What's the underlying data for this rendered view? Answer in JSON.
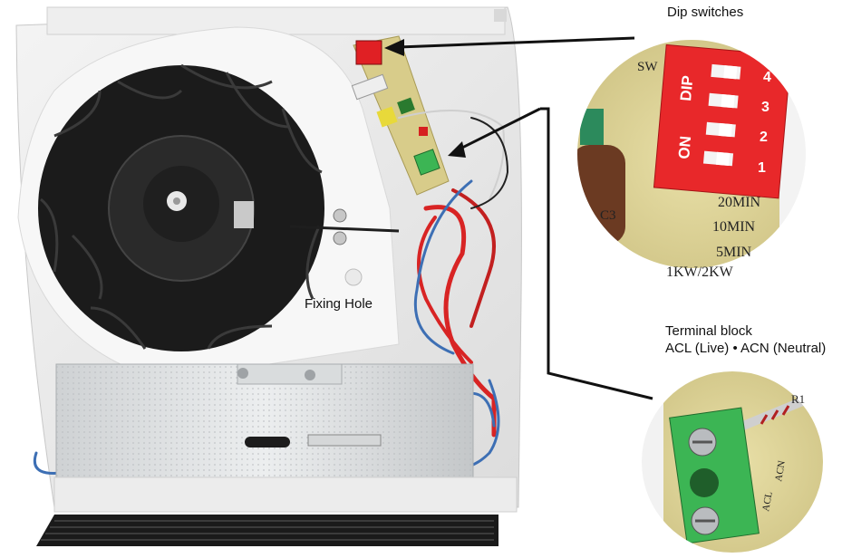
{
  "labels": {
    "dip_switches": "Dip switches",
    "fixing_hole": "Fixing Hole",
    "terminal_block_title": "Terminal block",
    "terminal_block_detail": "ACL (Live) • ACN (Neutral)"
  },
  "dip_inset": {
    "switch_numbers": [
      "4",
      "3",
      "2",
      "1"
    ],
    "text_dip": "DIP",
    "text_on": "ON",
    "text_sw": "SW",
    "board_labels": [
      "20MIN",
      "10MIN",
      "5MIN",
      "1KW/2KW"
    ],
    "cap_label": "C3",
    "switch_color": "#e8282a"
  },
  "terminal_inset": {
    "text_acl": "ACL",
    "text_acn": "ACN",
    "text_r1": "R1",
    "block_color": "#3cb554"
  }
}
